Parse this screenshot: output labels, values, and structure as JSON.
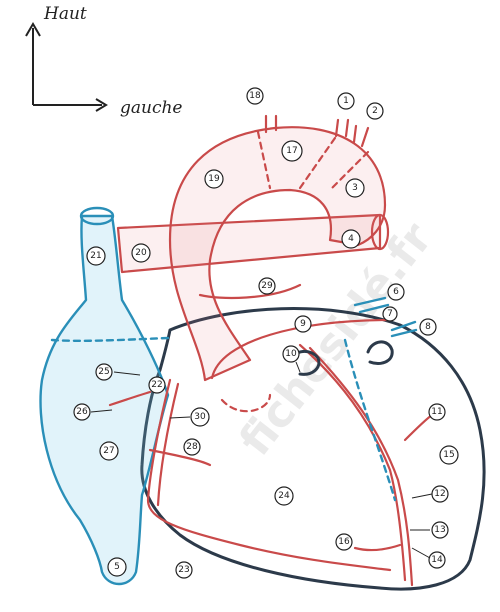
{
  "axes": {
    "up_label": "Haut",
    "left_label": "gauche"
  },
  "watermark": "fichesidé.fr",
  "labels": [
    "1",
    "2",
    "3",
    "4",
    "5",
    "6",
    "7",
    "8",
    "9",
    "10",
    "11",
    "12",
    "13",
    "14",
    "15",
    "16",
    "17",
    "18",
    "19",
    "20",
    "21",
    "22",
    "23",
    "24",
    "25",
    "26",
    "27",
    "28",
    "29",
    "30"
  ],
  "colors": {
    "arteries": "#c94a4a",
    "veins": "#2a8fb8",
    "heart_outline": "#2c3a4a"
  }
}
